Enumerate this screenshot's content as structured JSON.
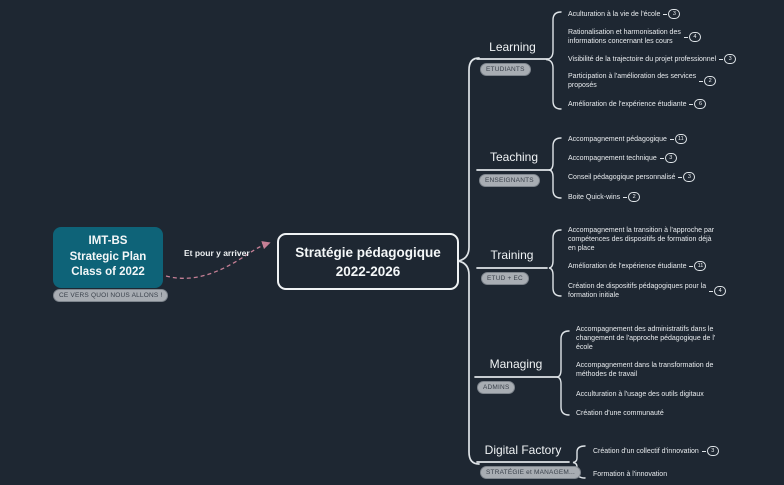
{
  "colors": {
    "background": "#1e2732",
    "root_node_fill": "#0e6378",
    "line": "#dfe4e8",
    "badge_fill": "#a8adb3",
    "badge_text": "#3a414b",
    "connector_arrow": "#c57f95"
  },
  "left_node": {
    "title": "IMT-BS\nStrategic Plan\nClass of 2022",
    "badge": "CE VERS QUOI NOUS ALLONS !"
  },
  "connector_label": "Et pour y arriver",
  "central_node": {
    "title": "Stratégie pédagogique\n2022-2026"
  },
  "branches": [
    {
      "label": "Learning",
      "badge": "ETUDIANTS",
      "children": [
        {
          "text": "Aculturation à la vie de l'école",
          "count": "3"
        },
        {
          "text": "Rationalisation et harmonisation des\ninformations concernant les cours",
          "count": "4"
        },
        {
          "text": "Visibilité de la trajectoire du projet professionnel",
          "count": "3"
        },
        {
          "text": "Participation à l'amélioration des services\nproposés",
          "count": "2"
        },
        {
          "text": "Amélioration de l'expérience étudiante",
          "count": "6"
        }
      ]
    },
    {
      "label": "Teaching",
      "badge": "ENSEIGNANTS",
      "children": [
        {
          "text": "Accompagnement pédagogique",
          "count": "11"
        },
        {
          "text": "Accompagnement technique",
          "count": "3"
        },
        {
          "text": "Conseil pédagogique personnalisé",
          "count": "3"
        },
        {
          "text": "Boite Quick-wins",
          "count": "2"
        }
      ]
    },
    {
      "label": "Training",
      "badge": "ETUD + EC",
      "children": [
        {
          "text": "Accompagnement la transition à l'approche par\ncompétences des dispositifs de formation déjà\nen place"
        },
        {
          "text": "Amélioration de l'expérience étudiante",
          "count": "11"
        },
        {
          "text": "Création de dispositifs pédagogiques pour la\nformation initiale",
          "count": "4"
        }
      ]
    },
    {
      "label": "Managing",
      "badge": "ADMINS",
      "children": [
        {
          "text": "Accompagnement des administratifs dans le\nchangement de l'approche pédagogique de l'\nécole"
        },
        {
          "text": "Accompagnement dans la transformation de\nméthodes de travail"
        },
        {
          "text": "Acculturation à l'usage des outils digitaux"
        },
        {
          "text": "Création d'une communauté"
        }
      ]
    },
    {
      "label": "Digital Factory",
      "badge": "STRATÉGIE et MANAGEM...",
      "children": [
        {
          "text": "Création d'un collectif d'innovation",
          "count": "3"
        },
        {
          "text": "Formation à l'innovation"
        }
      ]
    }
  ]
}
